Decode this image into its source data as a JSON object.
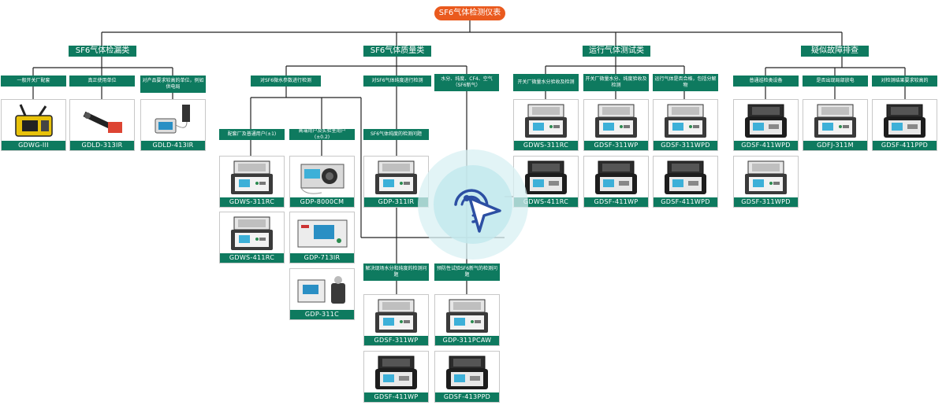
{
  "title": "SF6气体检测仪表",
  "colors": {
    "root": "#ea5a1e",
    "node": "#0e7a5f",
    "line": "#222222",
    "cursor": "#2c4fa3"
  },
  "categories": [
    {
      "id": "c1",
      "label": "SF6气体检漏类"
    },
    {
      "id": "c2",
      "label": "SF6气体质量类"
    },
    {
      "id": "c3",
      "label": "运行气体测试类"
    },
    {
      "id": "c4",
      "label": "疑似故障排查"
    }
  ],
  "labels": {
    "l1": "一般开关厂配套",
    "l2": "真正使用单位",
    "l3": "对产品要求较高的单位，例如供电局",
    "l4": "对SF6微水参数进行检测",
    "l5": "对SF6气体纯度进行检测",
    "l6": "水分、纯度、CF4、空气（SF6新气）",
    "l7": "配套厂及普通用户(±1)",
    "l8": "高端用户及实验室用户(±0.2)",
    "l9": "SF6气体纯度的检测问题",
    "l10": "解决现场水分和纯度的检测问题",
    "l11": "预防性试验SF6新气的检测问题",
    "l12": "开关厂微量水分验收及检测",
    "l13": "开关厂微量水分、纯度验收及检测",
    "l14": "运行气体是否合格，包括分解物",
    "l15": "普通巡检类设备",
    "l16": "是否出现局部放电",
    "l17": "对检测结果要求较高的"
  },
  "products": {
    "p1": "GDWG-III",
    "p2": "GDLD-313IR",
    "p3": "GDLD-413IR",
    "p4": "GDWS-311RC",
    "p5": "GDP-8000CM",
    "p6": "GDWS-411RC",
    "p7": "GDP-713IR",
    "p8": "GDP-311C",
    "p9": "GDP-311IR",
    "p10": "GDSF-311WP",
    "p11": "GDP-311PCAW",
    "p12": "GDSF-411WP",
    "p13": "GDSF-413PPD",
    "p14": "GDWS-311RC",
    "p15": "GDWS-411RC",
    "p16": "GDSF-311WP",
    "p17": "GDSF-411WP",
    "p18": "GDSF-311WPD",
    "p19": "GDSF-411WPD",
    "p20": "GDSF-411WPD",
    "p21": "GDSF-311WPD",
    "p22": "GDFJ-311M",
    "p23": "GDSF-411PPD"
  }
}
